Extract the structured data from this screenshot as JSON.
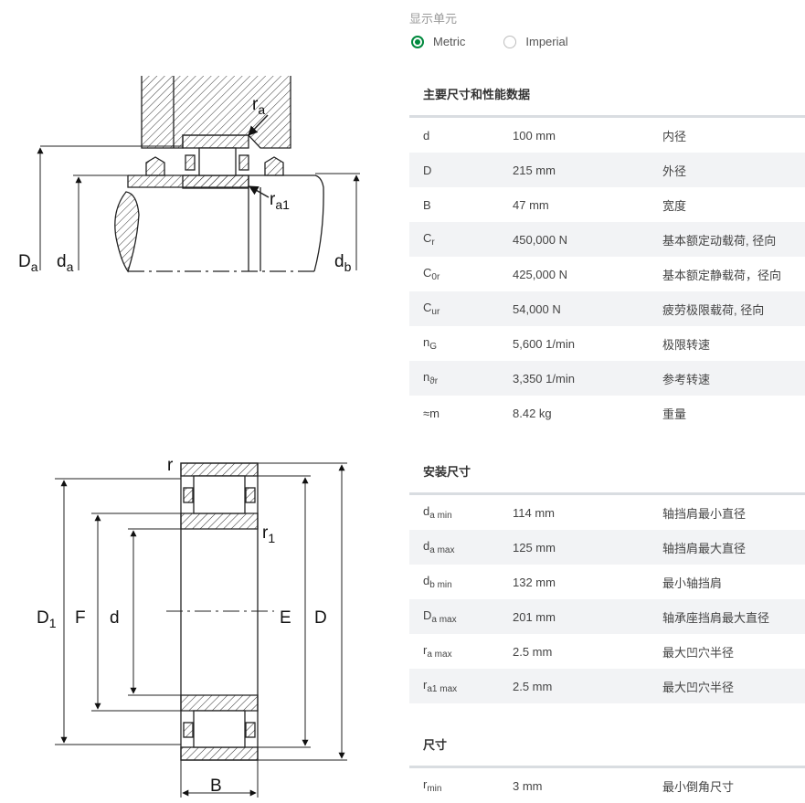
{
  "units": {
    "heading": "显示单元",
    "options": [
      {
        "label": "Metric",
        "selected": true
      },
      {
        "label": "Imperial",
        "selected": false
      }
    ],
    "accent_color": "#00893d"
  },
  "sections": [
    {
      "title": "主要尺寸和性能数据",
      "rows": [
        {
          "sym": "d",
          "sub": "",
          "value": "100 mm",
          "desc": "内径"
        },
        {
          "sym": "D",
          "sub": "",
          "value": "215 mm",
          "desc": "外径"
        },
        {
          "sym": "B",
          "sub": "",
          "value": "47 mm",
          "desc": "宽度"
        },
        {
          "sym": "C",
          "sub": "r",
          "value": "450,000 N",
          "desc": "基本额定动载荷, 径向"
        },
        {
          "sym": "C",
          "sub": "0r",
          "value": "425,000 N",
          "desc": "基本额定静载荷，径向"
        },
        {
          "sym": "C",
          "sub": "ur",
          "value": "54,000 N",
          "desc": "疲劳极限载荷, 径向"
        },
        {
          "sym": "n",
          "sub": "G",
          "value": "5,600 1/min",
          "desc": "极限转速"
        },
        {
          "sym": "n",
          "sub": "ϑr",
          "value": "3,350 1/min",
          "desc": "参考转速"
        },
        {
          "sym": "≈m",
          "sub": "",
          "value": "8.42 kg",
          "desc": "重量"
        }
      ]
    },
    {
      "title": "安装尺寸",
      "rows": [
        {
          "sym": "d",
          "sub": "a min",
          "value": "114 mm",
          "desc": "轴挡肩最小直径"
        },
        {
          "sym": "d",
          "sub": "a max",
          "value": "125 mm",
          "desc": "轴挡肩最大直径"
        },
        {
          "sym": "d",
          "sub": "b min",
          "value": "132 mm",
          "desc": "最小轴挡肩"
        },
        {
          "sym": "D",
          "sub": "a max",
          "value": "201 mm",
          "desc": "轴承座挡肩最大直径"
        },
        {
          "sym": "r",
          "sub": "a max",
          "value": "2.5 mm",
          "desc": "最大凹穴半径"
        },
        {
          "sym": "r",
          "sub": "a1 max",
          "value": "2.5 mm",
          "desc": "最大凹穴半径"
        }
      ]
    },
    {
      "title": "尺寸",
      "rows": [
        {
          "sym": "r",
          "sub": "min",
          "value": "3 mm",
          "desc": "最小倒角尺寸"
        }
      ]
    }
  ],
  "diagram_top": {
    "labels": [
      {
        "name": "label-ra",
        "main": "r",
        "sub": "a"
      },
      {
        "name": "label-ra1",
        "main": "r",
        "sub": "a1"
      },
      {
        "name": "label-Da",
        "main": "D",
        "sub": "a"
      },
      {
        "name": "label-da",
        "main": "d",
        "sub": "a"
      },
      {
        "name": "label-db",
        "main": "d",
        "sub": "b"
      }
    ]
  },
  "diagram_bottom": {
    "labels": [
      {
        "name": "label-r",
        "main": "r",
        "sub": ""
      },
      {
        "name": "label-r1",
        "main": "r",
        "sub": "1"
      },
      {
        "name": "label-D1",
        "main": "D",
        "sub": "1"
      },
      {
        "name": "label-F",
        "main": "F",
        "sub": ""
      },
      {
        "name": "label-d",
        "main": "d",
        "sub": ""
      },
      {
        "name": "label-E",
        "main": "E",
        "sub": ""
      },
      {
        "name": "label-D",
        "main": "D",
        "sub": ""
      },
      {
        "name": "label-B",
        "main": "B",
        "sub": ""
      }
    ]
  }
}
